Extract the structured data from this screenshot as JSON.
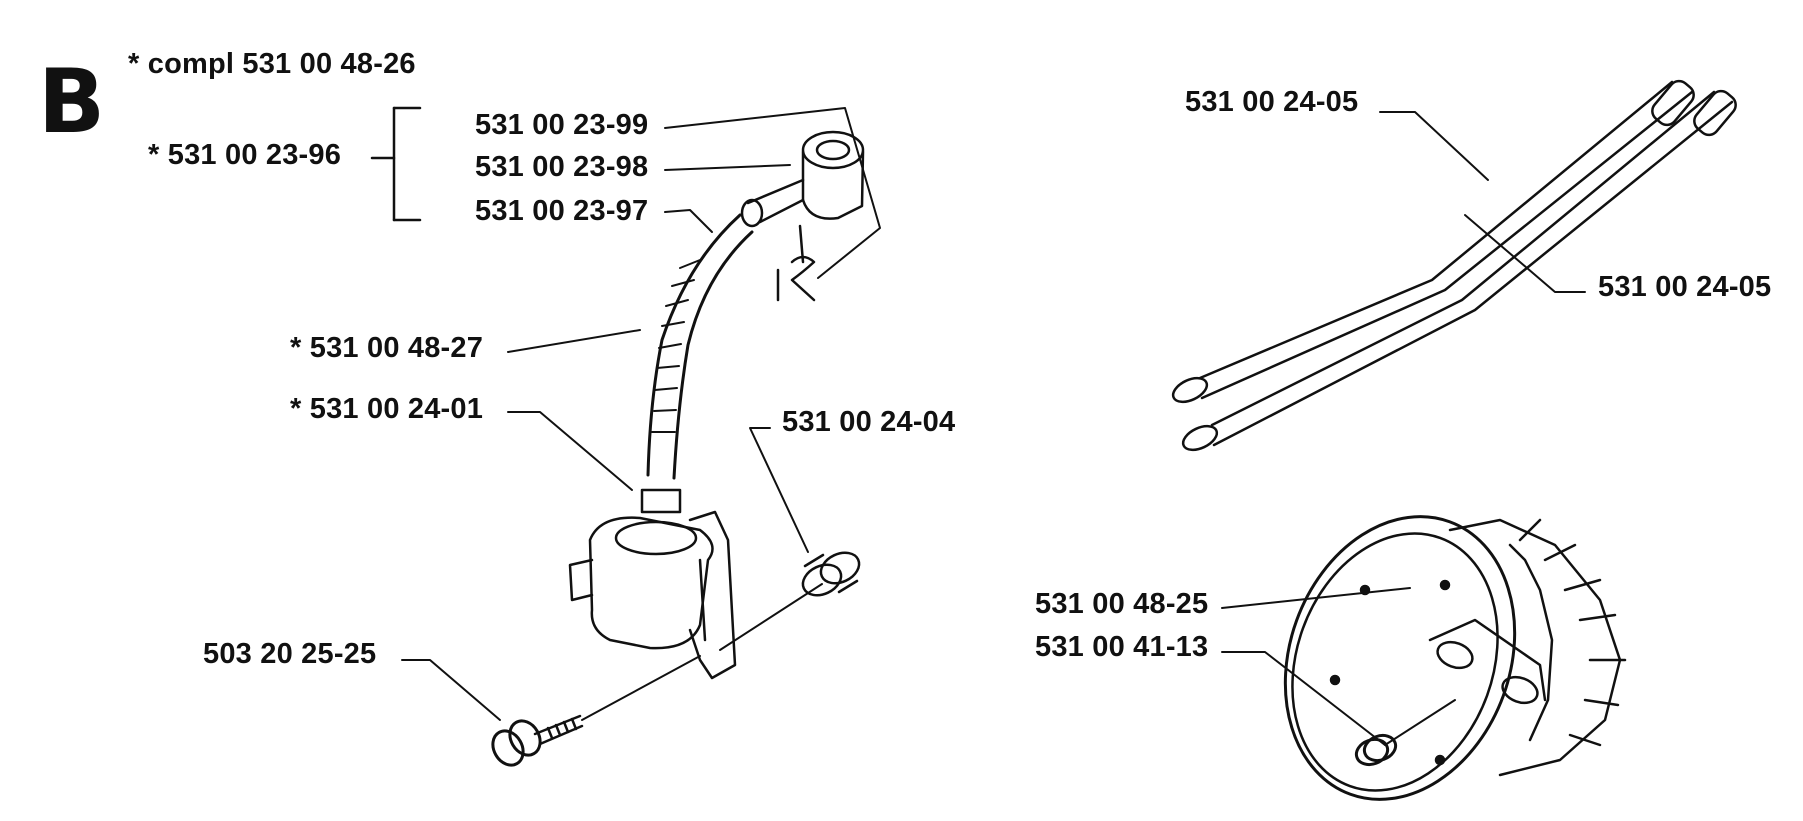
{
  "section": "B",
  "labels": {
    "compl": "* compl 531 00 48-26",
    "group": "* 531 00 23-96",
    "p2399": "531 00 23-99",
    "p2398": "531 00 23-98",
    "p2397": "531 00 23-97",
    "p4827": "* 531 00 48-27",
    "p2401": "* 531 00 24-01",
    "p2404": "531 00 24-04",
    "p2525": "503 20 25-25",
    "p2405a": "531 00 24-05",
    "p2405b": "531 00 24-05",
    "p4825": "531 00 48-25",
    "p4113": "531 00 41-13"
  }
}
